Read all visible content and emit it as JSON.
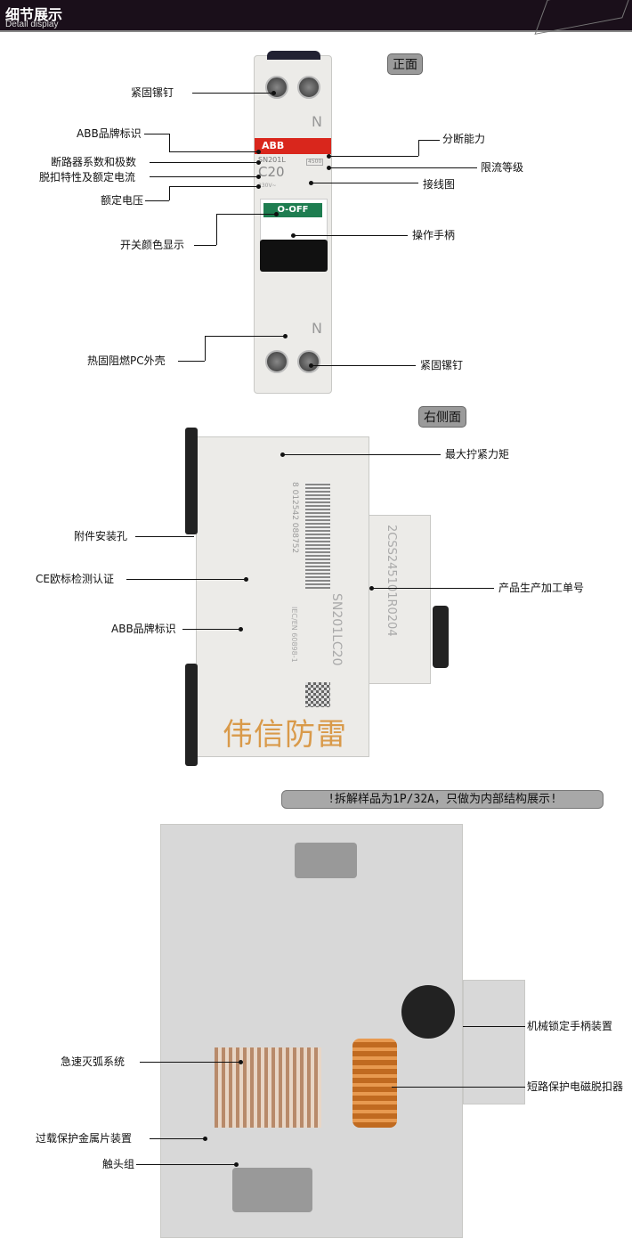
{
  "header": {
    "title": "细节展示",
    "subtitle": "Detail display"
  },
  "front": {
    "badge": "正面",
    "device": {
      "brand": "ABB",
      "model": "SN201L",
      "rating": "C20",
      "voltage": "230V~",
      "breaking": "4500",
      "switch": "O-OFF",
      "neutral": "N"
    },
    "left_labels": [
      "紧固镙钉",
      "ABB品牌标识",
      "断路器系数和极数",
      "脱扣特性及额定电流",
      "额定电压",
      "开关颜色显示",
      "热固阻燃PC外壳"
    ],
    "right_labels": [
      "分断能力",
      "限流等级",
      "接线图",
      "操作手柄",
      "紧固镙钉"
    ]
  },
  "side": {
    "badge": "右侧面",
    "device": {
      "model": "SN201LC20",
      "order_no": "2CSS245101R0204",
      "barcode": "8 012542 088752",
      "standard": "IEC/EN 60898-1"
    },
    "labels": {
      "torque": "最大拧紧力矩",
      "accessory_hole": "附件安装孔",
      "ce": "CE欧标检测认证",
      "brand": "ABB品牌标识",
      "order": "产品生产加工单号"
    },
    "watermark": "伟信防雷"
  },
  "internal": {
    "banner": "!拆解样品为1P/32A，只做为内部结构展示!",
    "labels": {
      "lock": "机械锁定手柄装置",
      "arc": "急速灭弧系统",
      "magnetic": "短路保护电磁脱扣器",
      "bimetal": "过载保护金属片装置",
      "contacts": "触头组"
    }
  }
}
